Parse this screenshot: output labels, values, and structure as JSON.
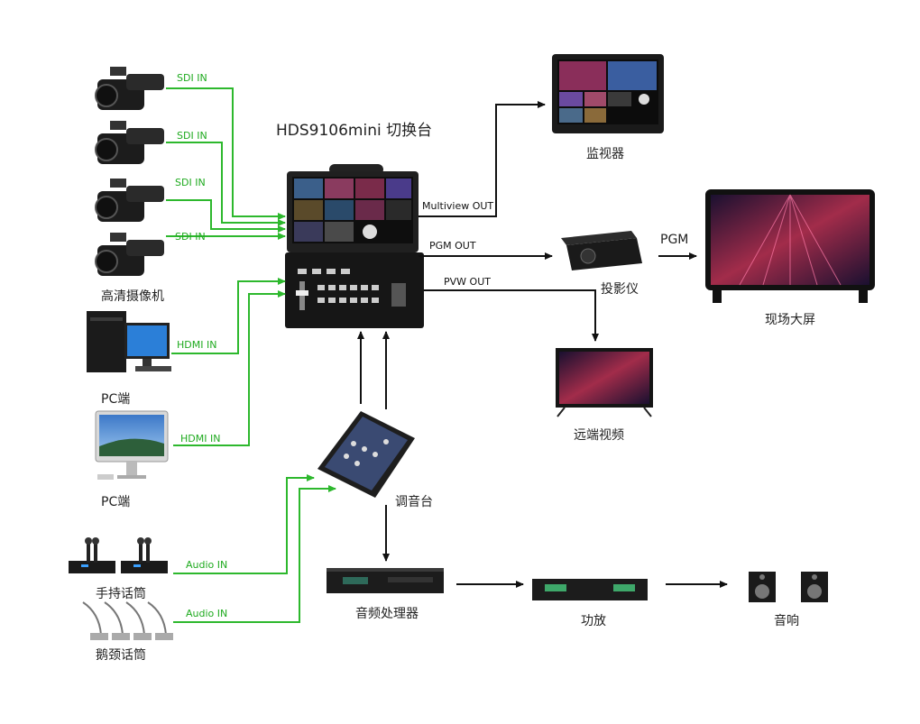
{
  "title": "HDS9106mini 切换台",
  "devices": {
    "camera": "高清摄像机",
    "pc_tower": "PC端",
    "pc_imac": "PC端",
    "monitor": "监视器",
    "projector": "投影仪",
    "big_screen": "现场大屏",
    "remote_video": "远端视频",
    "mixer": "调音台",
    "audio_processor": "音频处理器",
    "amplifier": "功放",
    "speakers": "音响",
    "handheld_mic": "手持话筒",
    "gooseneck_mic": "鹅颈话筒"
  },
  "inputs": {
    "sdi": [
      "SDI IN",
      "SDI IN",
      "SDI IN",
      "SDI IN"
    ],
    "hdmi": [
      "HDMI IN",
      "HDMI IN"
    ],
    "audio": [
      "Audio IN",
      "Audio IN"
    ]
  },
  "outputs": {
    "multiview": "Multiview OUT",
    "pgm_out": "PGM OUT",
    "pvw_out": "PVW OUT",
    "pgm": "PGM"
  },
  "colors": {
    "input_line": "#2db82d",
    "output_line": "#111111"
  }
}
